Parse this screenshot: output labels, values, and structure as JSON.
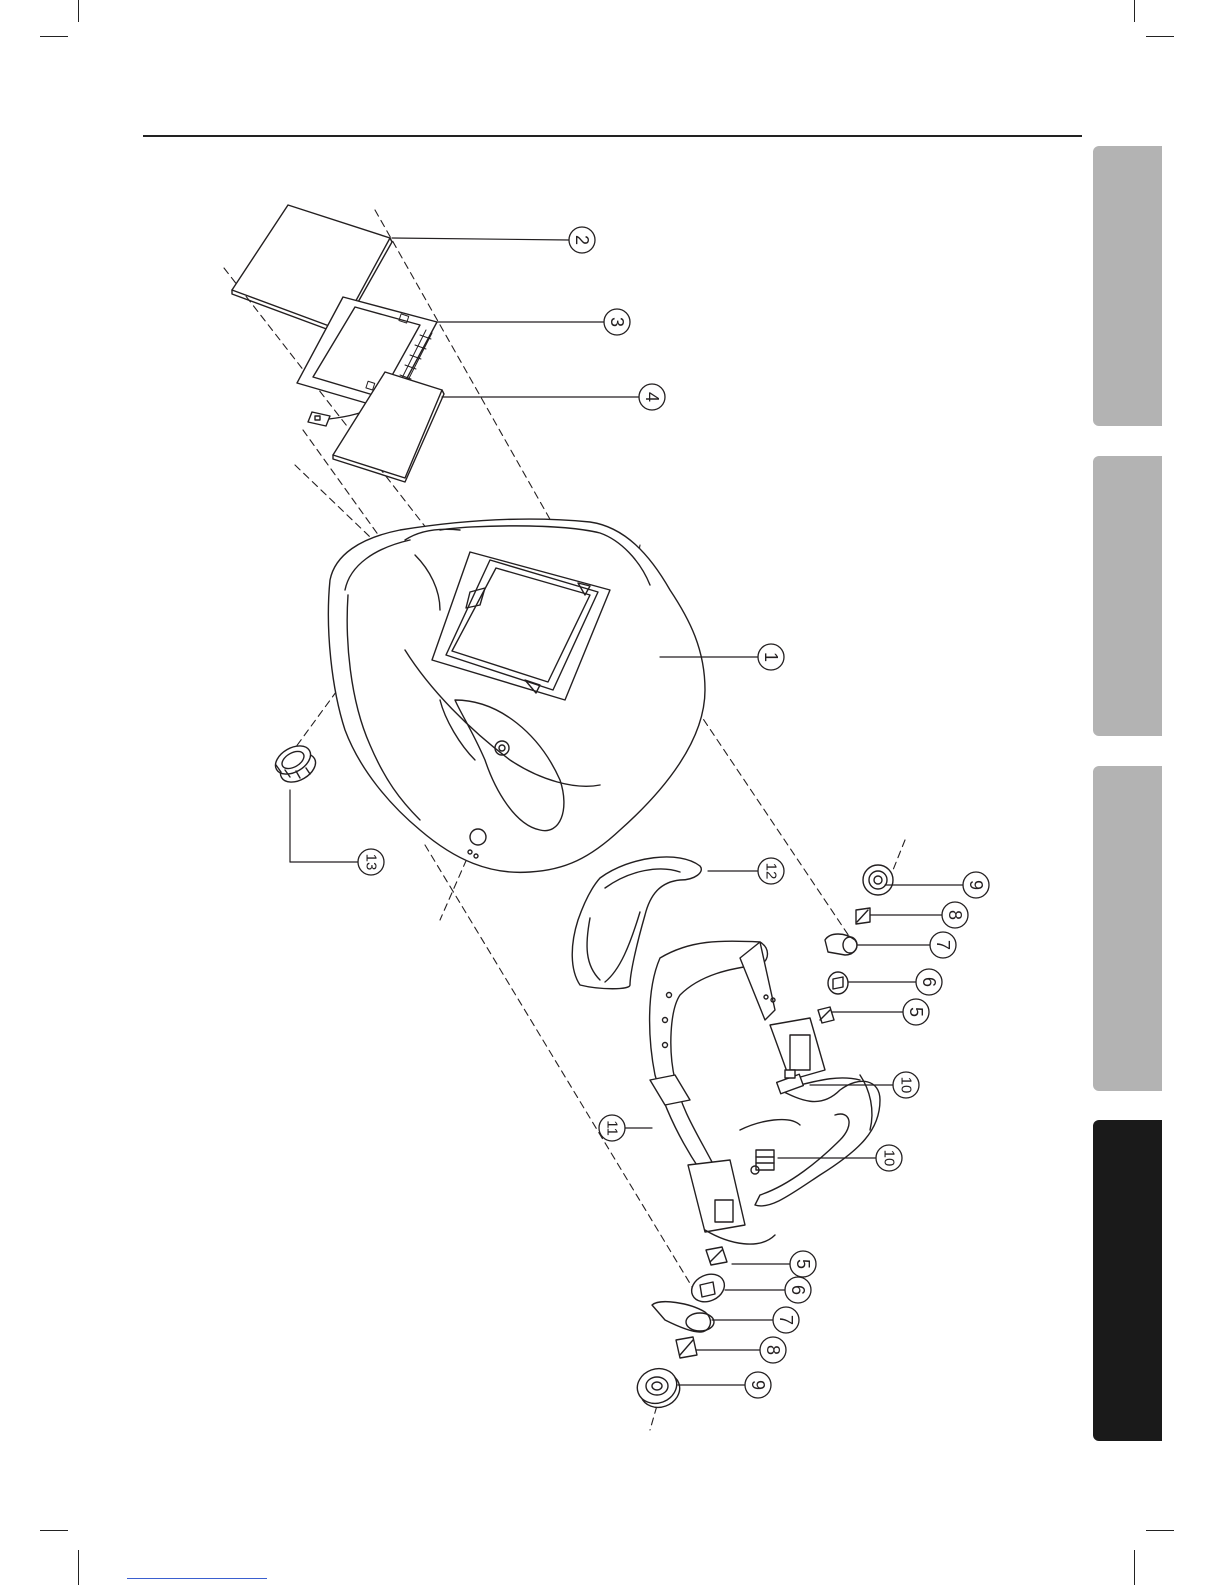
{
  "labels": {
    "p1": "1",
    "p2": "2",
    "p3": "3",
    "p4": "4",
    "p5a": "5",
    "p5b": "5",
    "p6a": "6",
    "p6b": "6",
    "p7a": "7",
    "p7b": "7",
    "p8a": "8",
    "p8b": "8",
    "p9a": "9",
    "p9b": "9",
    "p10a": "10",
    "p10b": "10",
    "p11": "11",
    "p12": "12",
    "p13": "13"
  },
  "colors": {
    "line": "#231f20",
    "tab_inactive": "#b3b3b3",
    "tab_active": "#1a1a1a"
  }
}
